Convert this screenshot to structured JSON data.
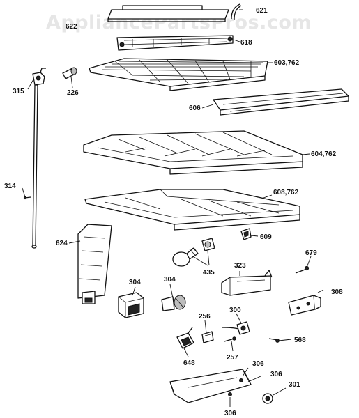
{
  "watermark": "AppliancePartsPros.com",
  "labels": {
    "l621": "621",
    "l622": "622",
    "l618": "618",
    "l315": "315",
    "l226": "226",
    "l603": "603,762",
    "l606": "606",
    "l604": "604,762",
    "l314": "314",
    "l608": "608,762",
    "l624": "624",
    "l609": "609",
    "l435": "435",
    "l323": "323",
    "l679": "679",
    "l304a": "304",
    "l304b": "304",
    "l308": "308",
    "l256": "256",
    "l300": "300",
    "l257": "257",
    "l568": "568",
    "l648": "648",
    "l306a": "306",
    "l306b": "306",
    "l306c": "306",
    "l301": "301"
  }
}
